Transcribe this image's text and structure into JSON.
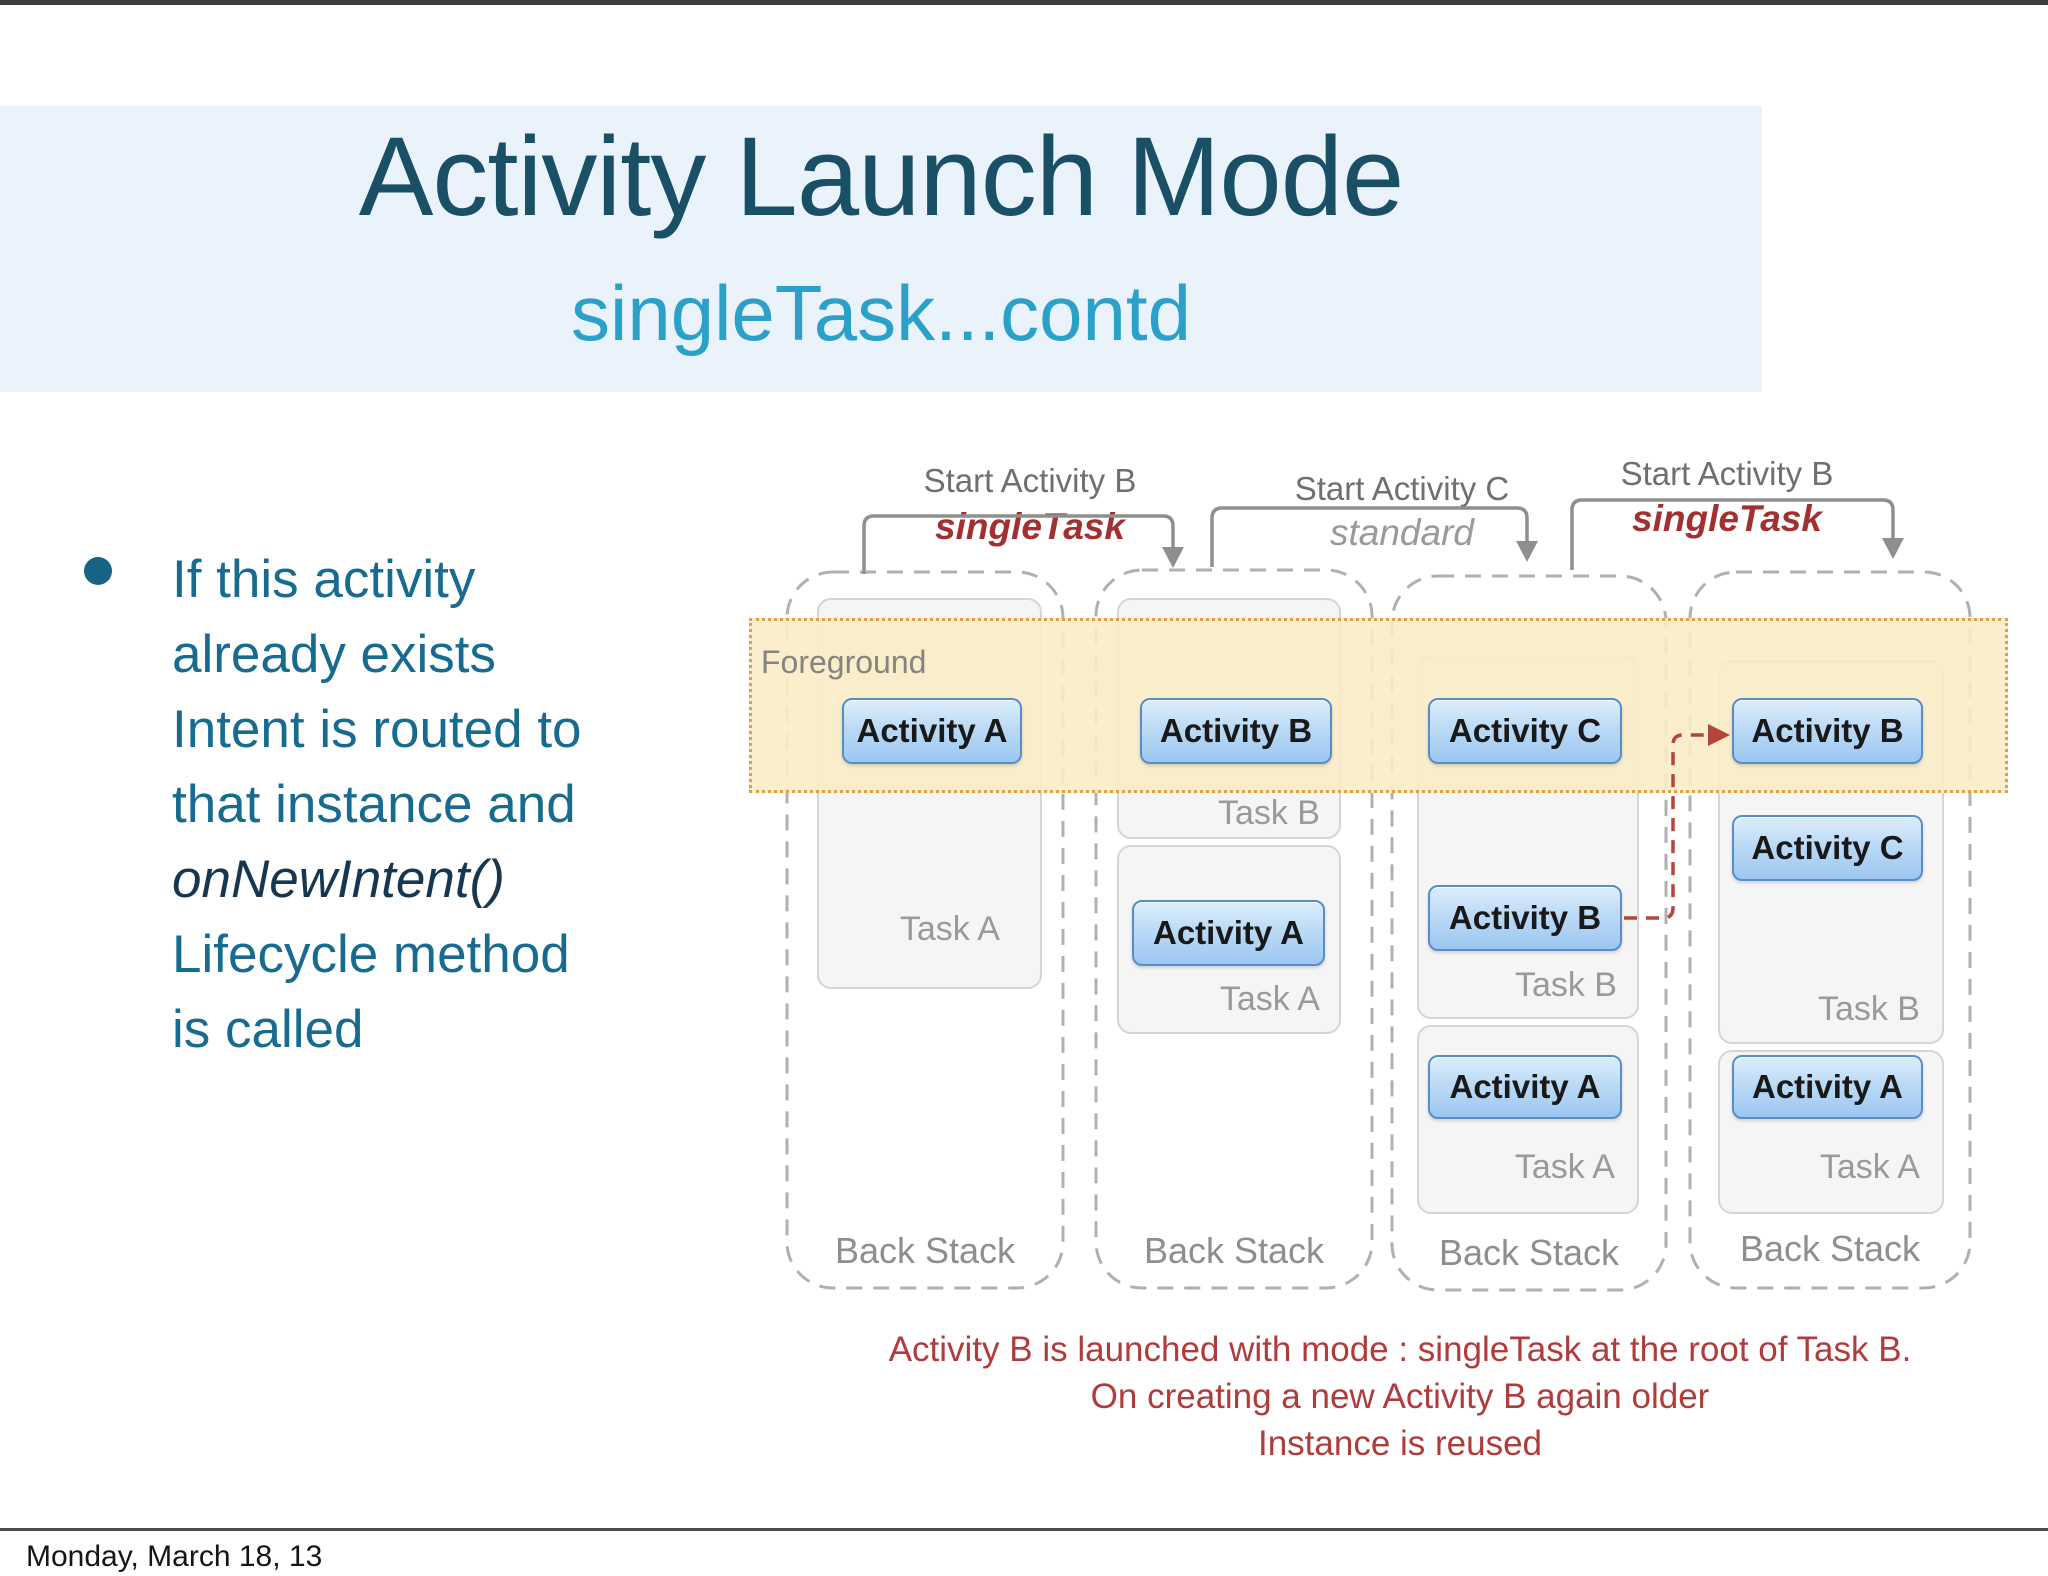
{
  "slide": {
    "title": "Activity Launch Mode",
    "subtitle": "singleTask...contd",
    "footer": "Monday, March 18, 13"
  },
  "bullet": {
    "line1": "If this activity",
    "line2": "already exists",
    "line3": "Intent is routed to",
    "line4": "that instance and",
    "line5": "onNewIntent()",
    "line6": "Lifecycle method",
    "line7": "is called"
  },
  "diagram": {
    "foreground_label": "Foreground",
    "transitions": [
      {
        "action": "Start Activity B",
        "mode": "singleTask"
      },
      {
        "action": "Start Activity C",
        "mode": "standard"
      },
      {
        "action": "Start Activity B",
        "mode": "singleTask"
      }
    ],
    "columns": [
      {
        "back_stack": "Back Stack",
        "tasks": [
          {
            "label": "Task A",
            "activities": [
              "Activity A"
            ]
          }
        ]
      },
      {
        "back_stack": "Back Stack",
        "tasks": [
          {
            "label": "Task B",
            "activities": [
              "Activity B"
            ]
          },
          {
            "label": "Task A",
            "activities": [
              "Activity A"
            ]
          }
        ]
      },
      {
        "back_stack": "Back Stack",
        "tasks": [
          {
            "label": "Task B",
            "activities": [
              "Activity C",
              "Activity B"
            ]
          },
          {
            "label": "Task A",
            "activities": [
              "Activity A"
            ]
          }
        ]
      },
      {
        "back_stack": "Back Stack",
        "tasks": [
          {
            "label": "Task B",
            "activities": [
              "Activity B",
              "Activity C"
            ]
          },
          {
            "label": "Task A",
            "activities": [
              "Activity A"
            ]
          }
        ]
      }
    ],
    "caption": {
      "line1": "Activity B is launched with mode : singleTask at the root of Task B.",
      "line2": "On creating a new Activity B again older",
      "line3": "Instance is reused"
    }
  },
  "colors": {
    "header_bg": "#eaf3fb",
    "title": "#1a5066",
    "subtitle": "#2ba1c9",
    "body_text": "#186b90",
    "body_text_dark": "#173750",
    "mode_red": "#a33030",
    "caption_red": "#b13b3b",
    "foreground_band": "#f9ecc6",
    "band_border": "#dea04b",
    "activity_border": "#5a8cc7",
    "activity_fill": "#bcdaf6"
  }
}
